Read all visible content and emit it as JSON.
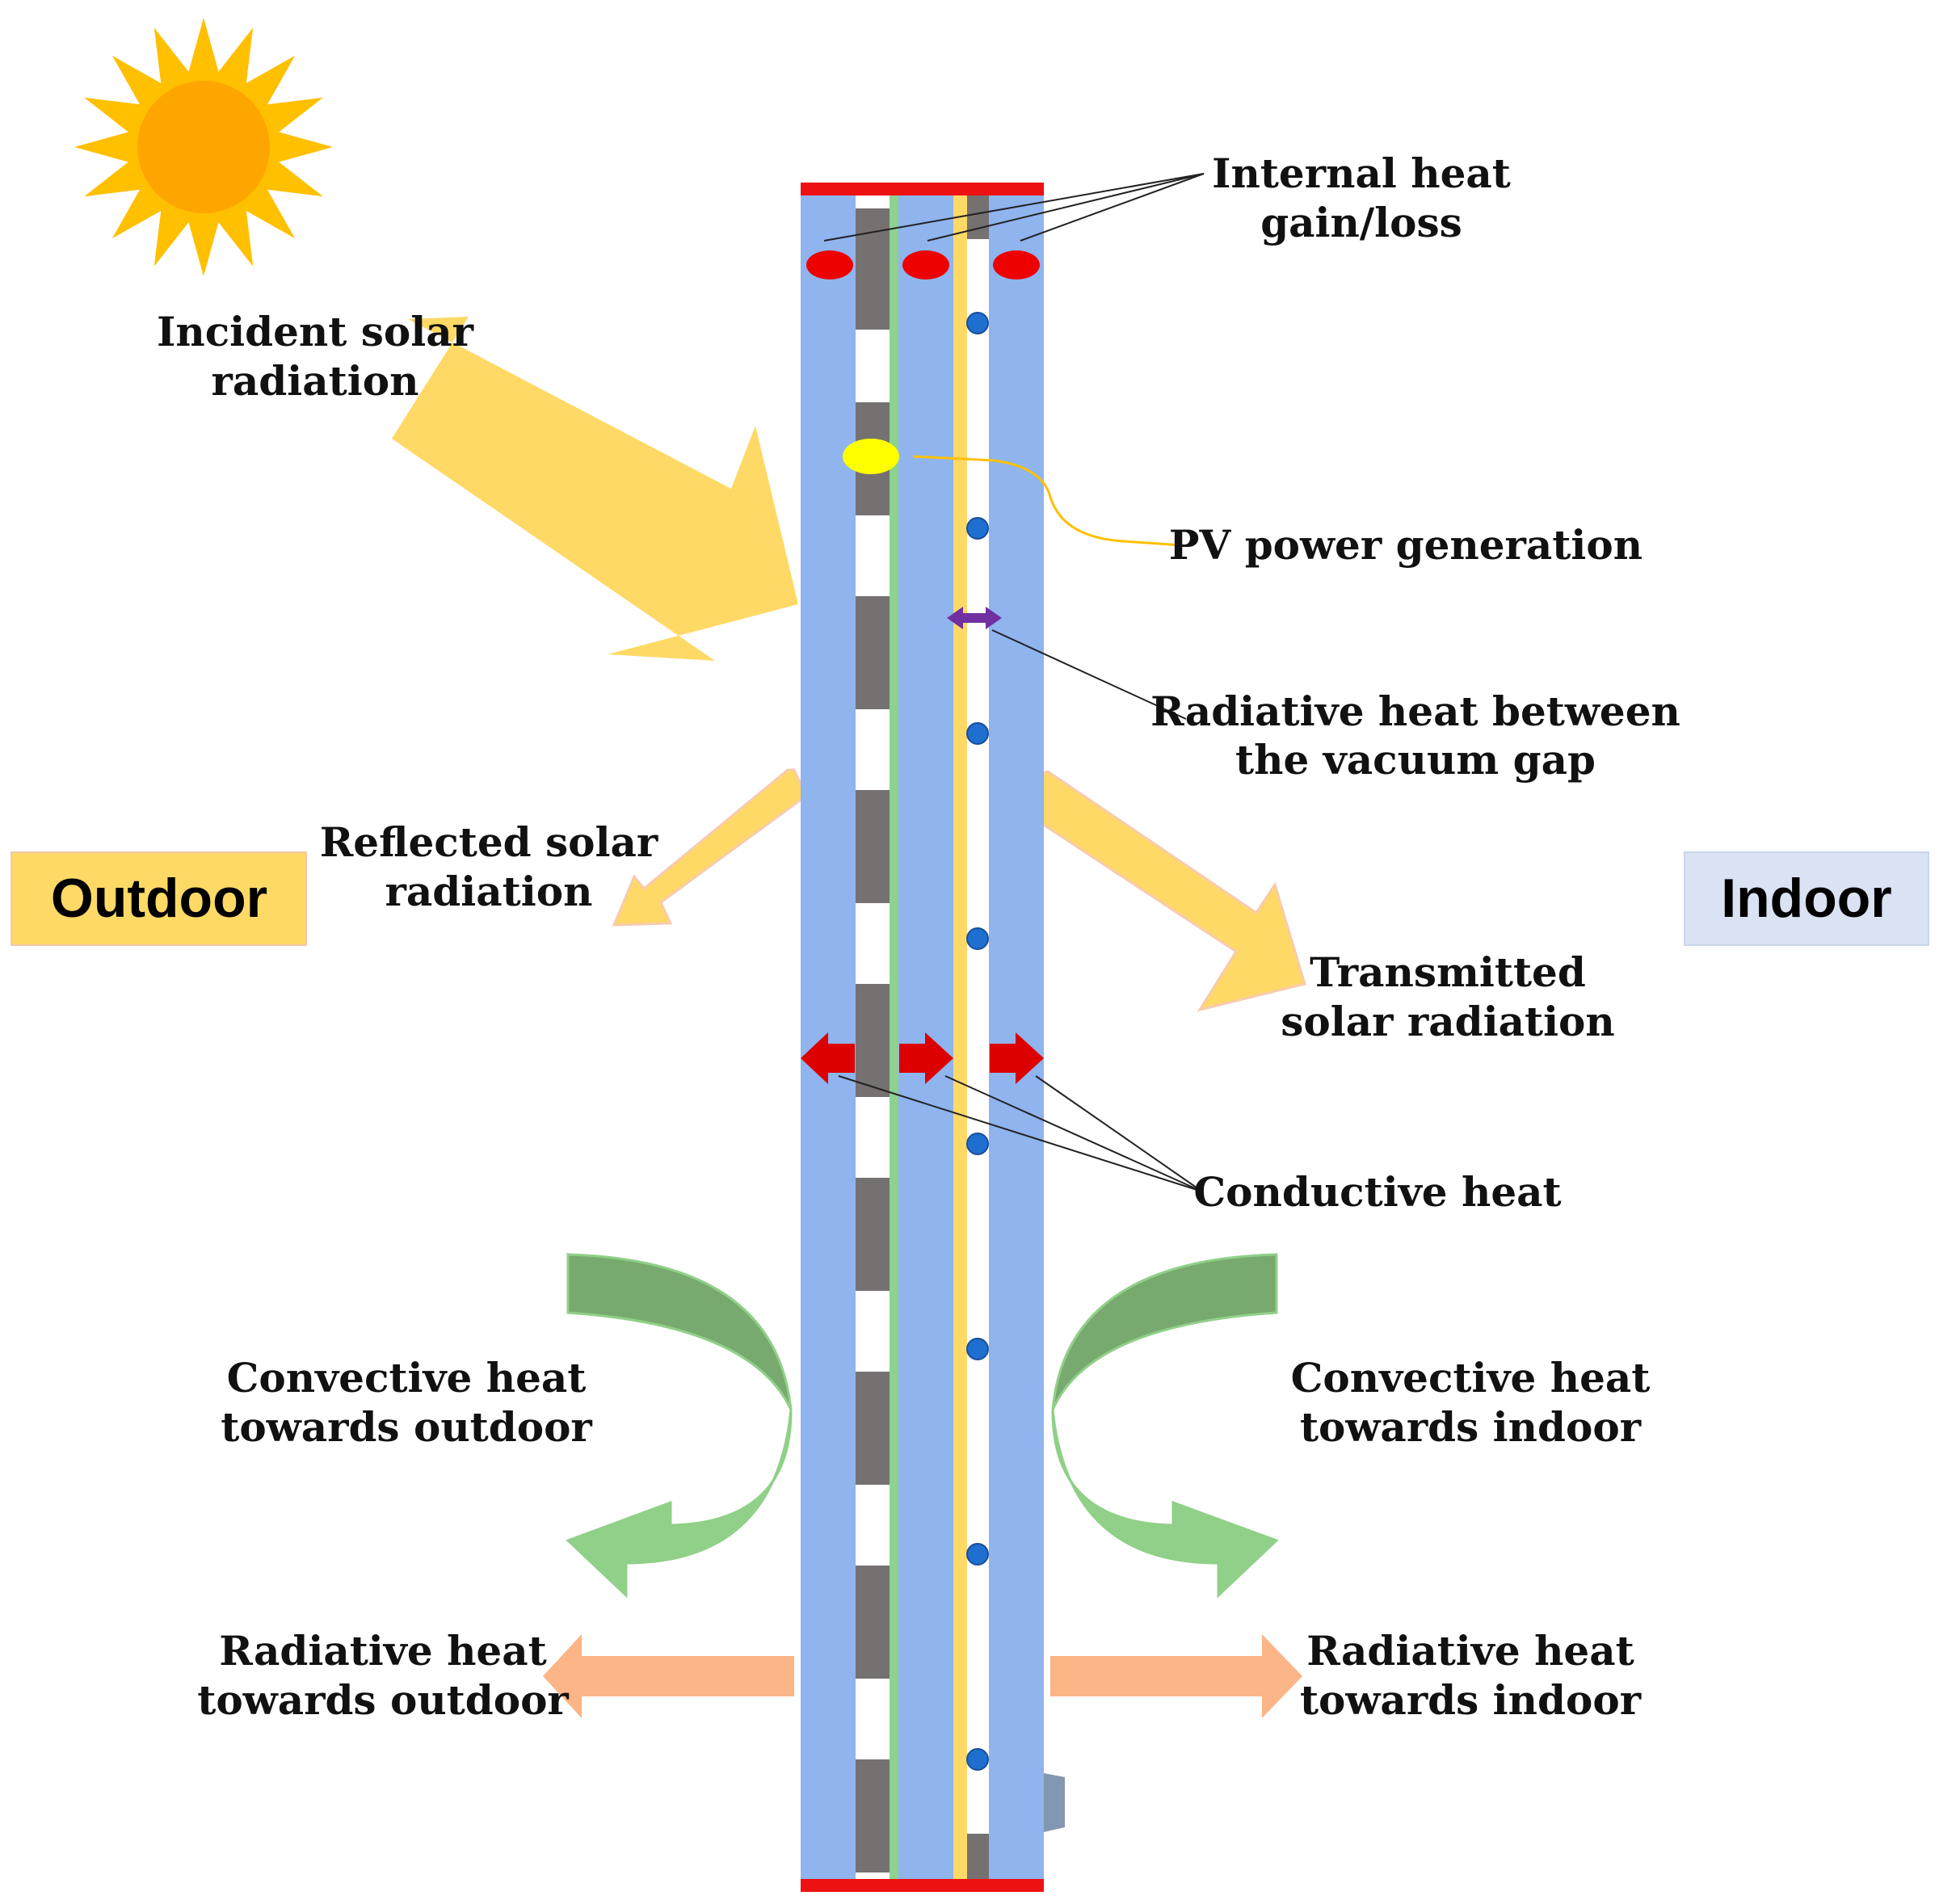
{
  "labels": {
    "internal_heat_1": "Internal heat",
    "internal_heat_2": "gain/loss",
    "incident_1": "Incident solar",
    "incident_2": "radiation",
    "pv": "PV power generation",
    "radiative_gap_1": "Radiative heat between",
    "radiative_gap_2": "the vacuum gap",
    "reflected_1": "Reflected solar",
    "reflected_2": "radiation",
    "outdoor": "Outdoor",
    "indoor": "Indoor",
    "transmitted_1": "Transmitted",
    "transmitted_2": "solar radiation",
    "conductive": "Conductive heat",
    "conv_out_1": "Convective heat",
    "conv_out_2": "towards outdoor",
    "conv_in_1": "Convective heat",
    "conv_in_2": "towards indoor",
    "rad_out_1": "Radiative heat",
    "rad_out_2": "towards outdoor",
    "rad_in_1": "Radiative heat",
    "rad_in_2": "towards indoor"
  },
  "colors": {
    "glass": "#8fb4ee",
    "frame": "#ee1111",
    "pv_cell": "#767171",
    "green_layer": "#8fd18f",
    "yellow_layer": "#ffd966",
    "solar_arrow": "#ffd966",
    "solar_arrow_edge": "#f8cbad",
    "convective_dark": "#78a96f",
    "convective_light": "#90d088",
    "radiative_arrow": "#fbb587",
    "heat_source": "#ee0000",
    "pv_spot": "#ffff00",
    "pillar": "#1f6fd0",
    "sun_rays": "#ffc000",
    "sun_core": "#ffa500",
    "outdoor_box": "#ffd966",
    "indoor_box": "#dae3f3"
  },
  "icons": [
    "sun-icon"
  ]
}
